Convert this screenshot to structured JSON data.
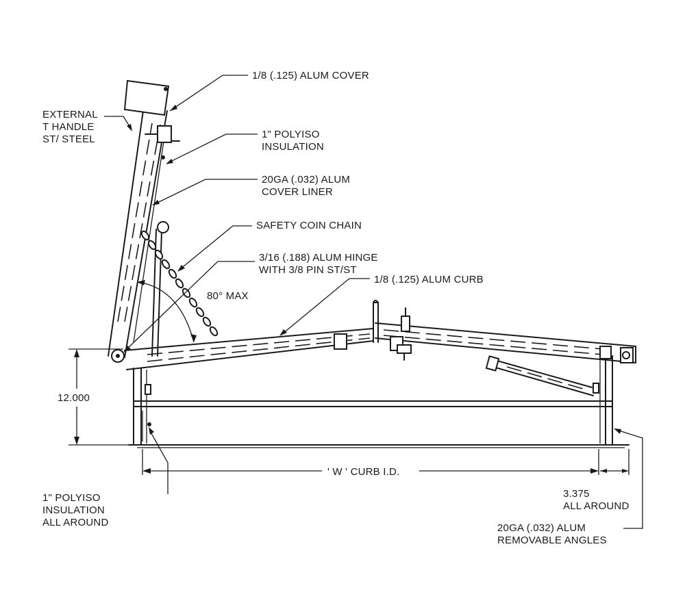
{
  "labels": {
    "alum_cover": "1/8 (.125) ALUM COVER",
    "t_handle": [
      "EXTERNAL",
      "T HANDLE",
      "ST/ STEEL"
    ],
    "polyiso_top": [
      "1\" POLYISO",
      "INSULATION"
    ],
    "cover_liner": [
      "20GA (.032) ALUM",
      "COVER LINER"
    ],
    "coin_chain": "SAFETY  COIN CHAIN",
    "hinge": [
      "3/16 (.188) ALUM HINGE",
      "WITH 3/8  PIN ST/ST"
    ],
    "alum_curb": "1/8 (.125) ALUM CURB",
    "angle": "80°  MAX",
    "height": "12.000",
    "curb_id": "' W ' CURB I.D.",
    "polyiso_bottom": [
      "1\" POLYISO",
      "INSULATION",
      "ALL AROUND"
    ],
    "all_around": [
      "3.375",
      "ALL AROUND"
    ],
    "angles": [
      "20GA (.032) ALUM",
      "REMOVABLE ANGLES"
    ]
  }
}
